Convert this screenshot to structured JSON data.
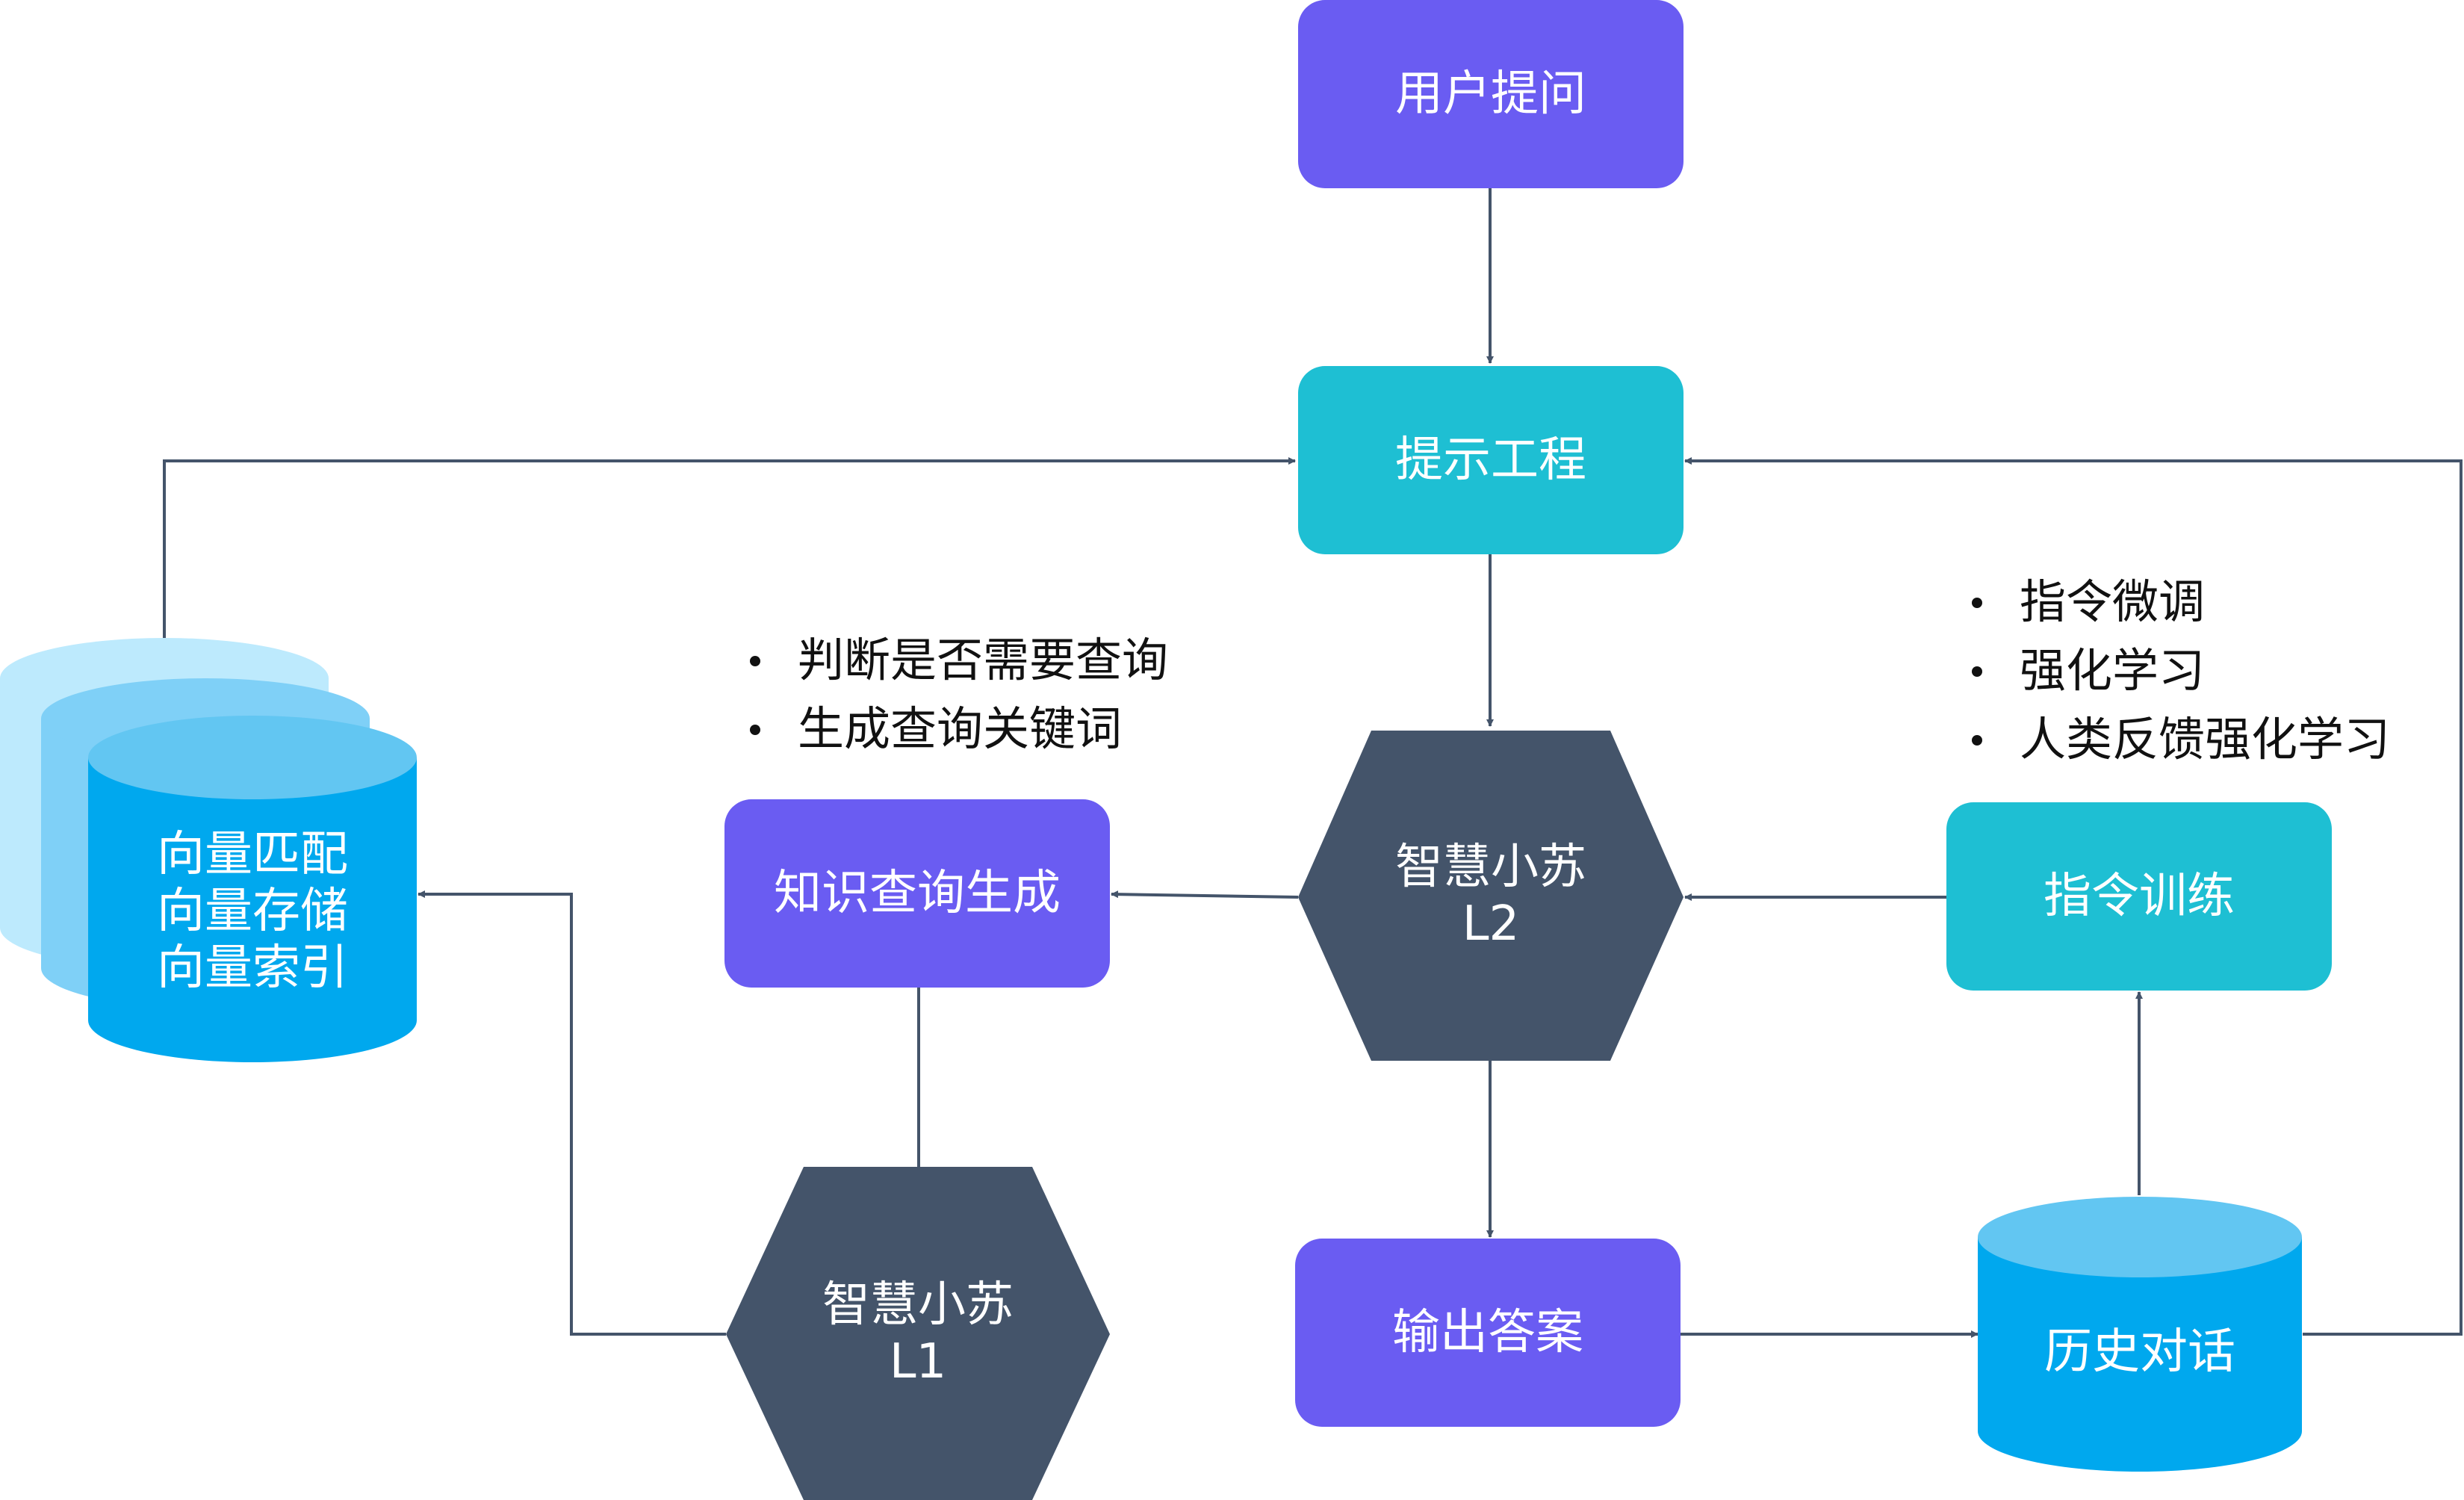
{
  "colors": {
    "purple": "#6a5cf2",
    "teal": "#1ebfd3",
    "hexagon": "#44546a",
    "db_light": "#bdeafd",
    "db_mid": "#7fd0f7",
    "db_top": "#62c6f2",
    "db_body": "#00a8ee",
    "line": "#44546a"
  },
  "nodes": {
    "user_question": "用户提问",
    "prompt_engineering": "提示工程",
    "model_l2": {
      "line1": "智慧小苏",
      "line2": "L2"
    },
    "knowledge_query": "知识查询生成",
    "instruction_training": "指令训练",
    "output_answer": "输出答案",
    "model_l1": {
      "line1": "智慧小苏",
      "line2": "L1"
    },
    "history_dialog": "历史对话",
    "vector_db": {
      "line1": "向量匹配",
      "line2": "向量存储",
      "line3": "向量索引"
    }
  },
  "notes": {
    "query_decision": [
      "判断是否需要查询",
      "生成查询关键词"
    ],
    "training_methods": [
      "指令微调",
      "强化学习",
      "人类反馈强化学习"
    ]
  }
}
